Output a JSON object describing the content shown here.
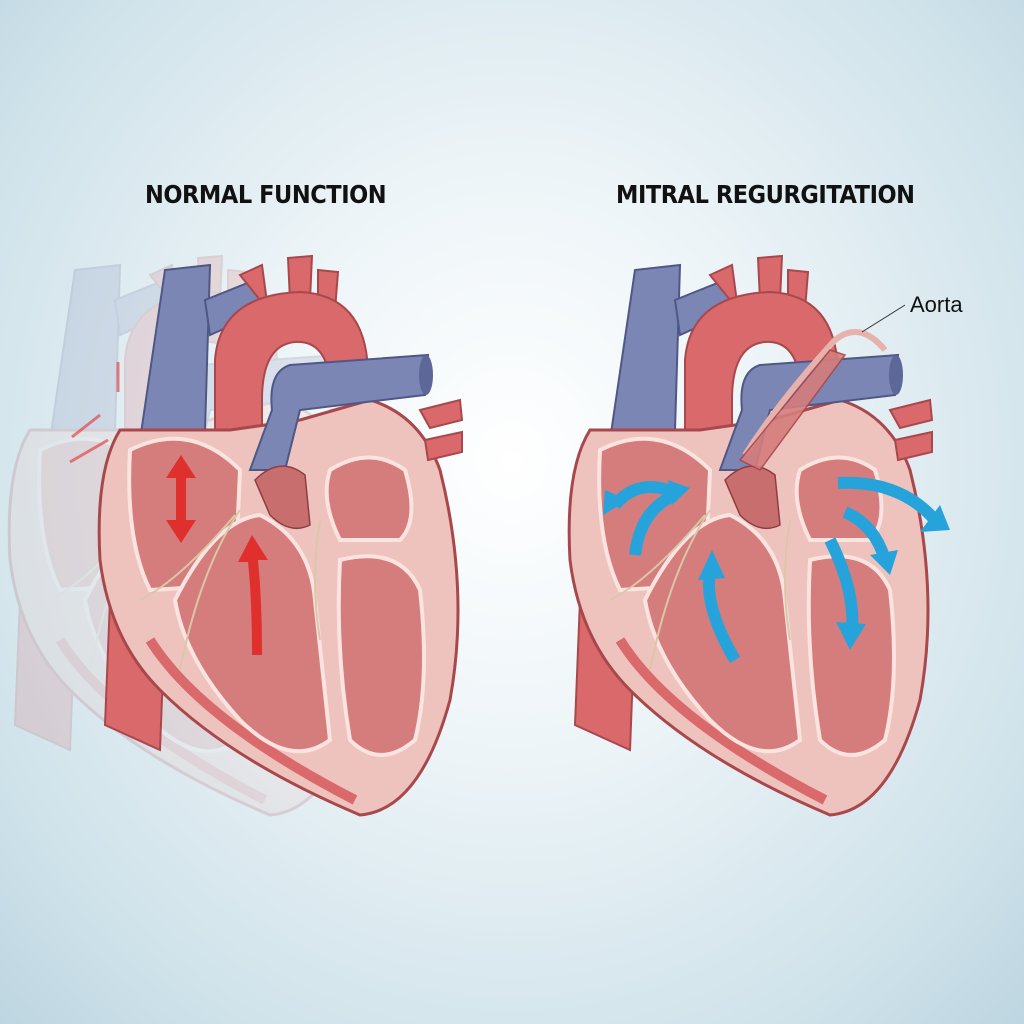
{
  "panels": [
    {
      "title": "NORMAL FUNCTION",
      "arrow_color": "#e0302e"
    },
    {
      "title": "MITRAL REGURGITATION",
      "arrow_color": "#27a3dc"
    }
  ],
  "labels": {
    "aorta": "Aorta"
  },
  "colors": {
    "myocardium": "#efc3bd",
    "chamber": "#d57d7c",
    "artery": "#d9696b",
    "vein": "#7c86b4",
    "outline": "#a8484c"
  }
}
